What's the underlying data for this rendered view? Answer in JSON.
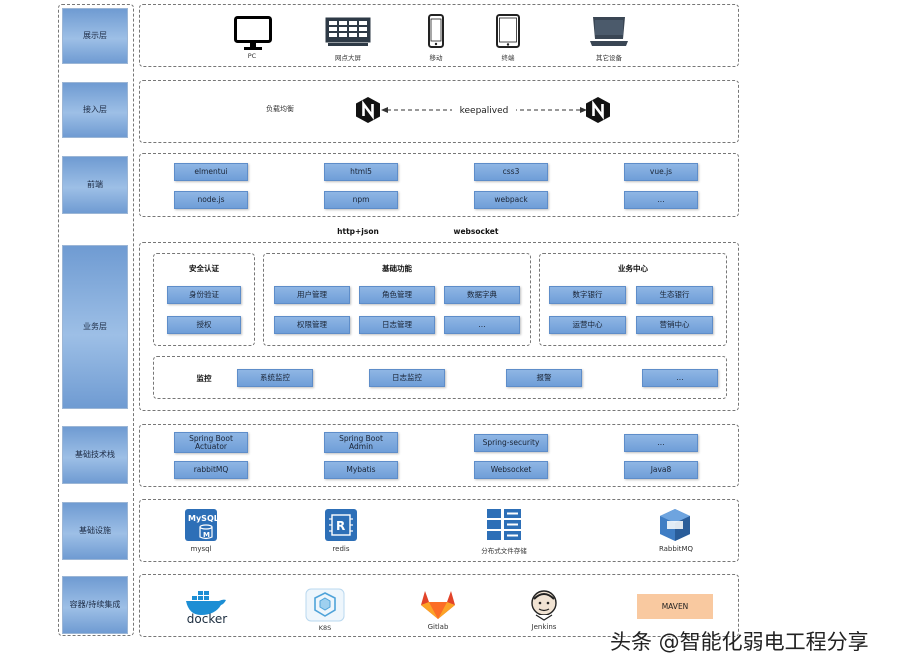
{
  "layers": {
    "display": "展示层",
    "access": "接入层",
    "frontend": "前端",
    "business": "业务层",
    "tech_stack": "基础技术栈",
    "infrastructure": "基础设施",
    "container": "容器/持续集成"
  },
  "display": {
    "pc": "PC",
    "big_screen": "网点大屏",
    "mobile": "移动",
    "tablet": "终端",
    "other": "其它设备"
  },
  "access": {
    "load_balance": "负载均衡",
    "keepalived": "keepalived"
  },
  "frontend": {
    "items": [
      "elmentui",
      "html5",
      "css3",
      "vue.js",
      "node.js",
      "npm",
      "webpack",
      "..."
    ]
  },
  "protocols": {
    "http": "http+json",
    "websocket": "websocket"
  },
  "business": {
    "security": {
      "title": "安全认证",
      "items": [
        "身份验证",
        "授权"
      ]
    },
    "basic": {
      "title": "基础功能",
      "items": [
        "用户管理",
        "角色管理",
        "数据字典",
        "权限管理",
        "日志管理",
        "..."
      ]
    },
    "center": {
      "title": "业务中心",
      "items": [
        "数字银行",
        "生态银行",
        "运营中心",
        "营销中心"
      ]
    },
    "monitor": {
      "title": "监控",
      "items": [
        "系统监控",
        "日志监控",
        "报警",
        "..."
      ]
    }
  },
  "tech_stack": {
    "items": [
      "Spring Boot Actuator",
      "Spring Boot Admin",
      "Spring-security",
      "...",
      "rabbitMQ",
      "Mybatis",
      "Websocket",
      "Java8"
    ]
  },
  "infrastructure": {
    "mysql": "mysql",
    "mysql_logo": "MySQL",
    "redis": "redis",
    "dfs": "分布式文件存储",
    "rabbitmq": "RabbitMQ"
  },
  "container": {
    "docker": "docker",
    "k8s": "K8S",
    "gitlab": "Gitlab",
    "jenkins": "Jenkins",
    "maven": "MAVEN"
  },
  "watermark": "头条 @智能化弱电工程分享"
}
